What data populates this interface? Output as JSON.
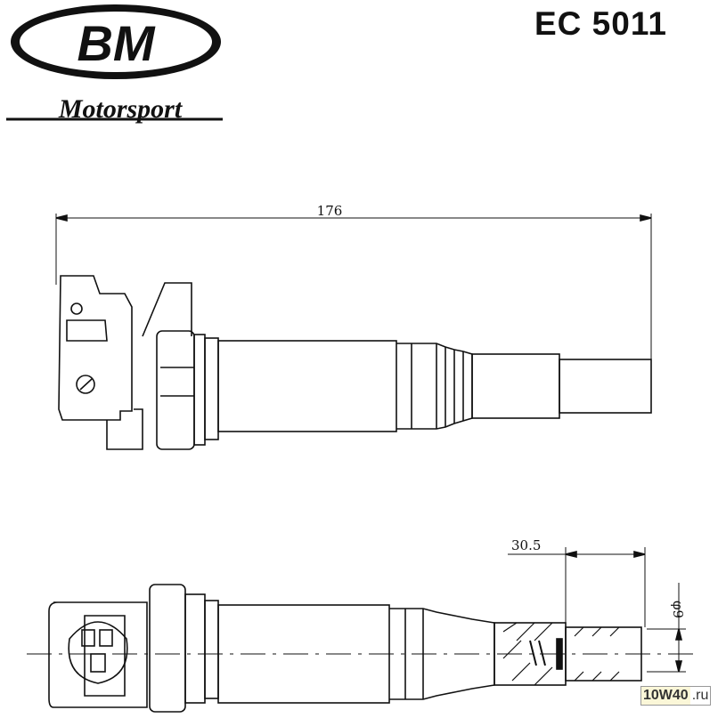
{
  "brand": {
    "logo_text": "BM",
    "tagline": "Motorsport"
  },
  "part_number": "EC 5011",
  "dimensions": {
    "overall_length": "176",
    "tip_length": "30.5",
    "tip_diameter": "φ9"
  },
  "watermark": {
    "part1": "10W40",
    "part2": ".ru"
  }
}
